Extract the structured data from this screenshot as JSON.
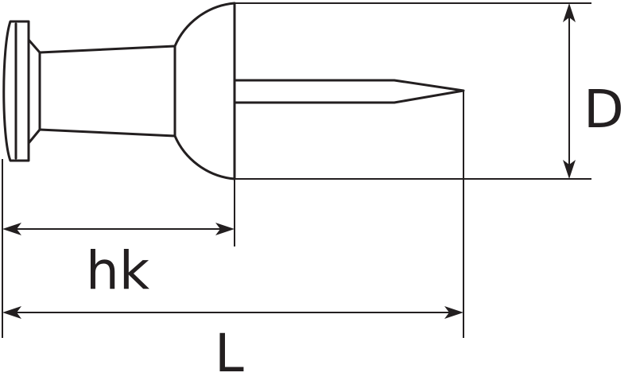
{
  "diagram": {
    "labels": {
      "diameter": "D",
      "head_height": "hk",
      "length": "L"
    },
    "colors": {
      "line": "#231f20",
      "background": "#ffffff"
    }
  }
}
